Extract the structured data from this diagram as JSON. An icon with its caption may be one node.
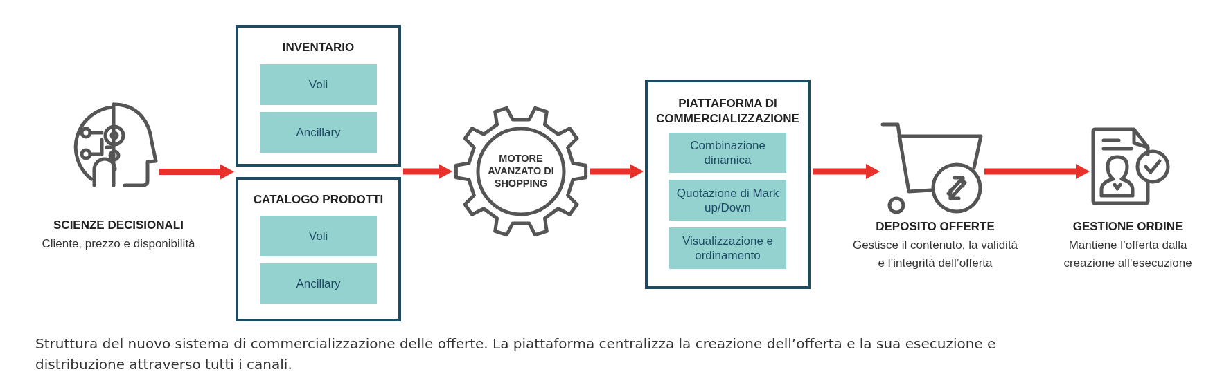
{
  "diagram": {
    "caption": "Struttura del nuovo sistema di commercializzazione delle offerte. La piattaforma centralizza la creazione dell’offerta e la sua esecuzione e distribuzione attraverso tutti i canali.",
    "nodes": [
      {
        "text": [],
        "shape": "picture",
        "beside": [
          "SCIENZE DECISIONALI",
          "Cliente, prezzo e disponibilità"
        ]
      },
      {
        "text": [
          "INVENTARIO"
        ]
      },
      {
        "text": [
          "Voli"
        ],
        "in": 1
      },
      {
        "text": [
          "Ancillary"
        ],
        "in": 1
      },
      {
        "text": [
          "CATALOGO PRODOTTI"
        ]
      },
      {
        "text": [
          "Voli"
        ],
        "in": 4
      },
      {
        "text": [
          "Ancillary"
        ],
        "in": 4
      },
      {
        "text": [
          "MOTORE AVANZATO DI SHOPPING"
        ]
      },
      {
        "text": [
          "PIATTAFORMA DI COMMERCIALIZZAZIONE"
        ]
      },
      {
        "text": [
          "Combinazione dinamica"
        ],
        "in": 8
      },
      {
        "text": [
          "Quotazione di Mark up/Down"
        ],
        "in": 8
      },
      {
        "text": [
          "Visualizzazione e ordinamento"
        ],
        "in": 8
      },
      {
        "text": [],
        "shape": "picture",
        "beside": [
          "DEPOSITO OFFERTE",
          "Gestisce il contenuto, la validità e l’integrità dell’offerta"
        ]
      },
      {
        "text": [],
        "shape": "picture",
        "beside": [
          "GESTIONE ORDINE",
          "Mantiene l’offerta dalla creazione all’esecuzione"
        ]
      }
    ],
    "edges": [
      {
        "from": 0,
        "to": 1,
        "arrow": "to"
      },
      {
        "from": 0,
        "to": 4,
        "arrow": "to"
      },
      {
        "from": 1,
        "to": 7,
        "arrow": "to"
      },
      {
        "from": 4,
        "to": 7,
        "arrow": "to"
      },
      {
        "from": 7,
        "to": 8,
        "arrow": "to"
      },
      {
        "from": 8,
        "to": 12,
        "arrow": "to"
      },
      {
        "from": 12,
        "to": 13,
        "arrow": "to"
      }
    ]
  }
}
